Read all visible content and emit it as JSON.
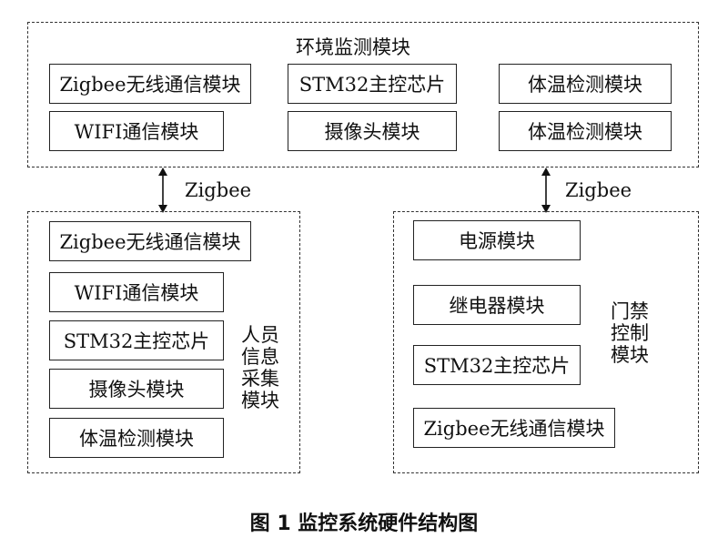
{
  "env": {
    "title": "环境监测模块",
    "boxes": [
      "Zigbee无线通信模块",
      "WIFI通信模块",
      "STM32主控芯片",
      "摄像头模块",
      "体温检测模块",
      "体温检测模块"
    ]
  },
  "links": {
    "left": "Zigbee",
    "right": "Zigbee"
  },
  "person": {
    "title": "人员信息采集模块",
    "boxes": [
      "Zigbee无线通信模块",
      "WIFI通信模块",
      "STM32主控芯片",
      "摄像头模块",
      "体温检测模块"
    ]
  },
  "door": {
    "title": "门禁控制模块",
    "boxes": [
      "电源模块",
      "继电器模块",
      "STM32主控芯片",
      "Zigbee无线通信模块"
    ]
  },
  "caption": "图 1    监控系统硬件结构图"
}
